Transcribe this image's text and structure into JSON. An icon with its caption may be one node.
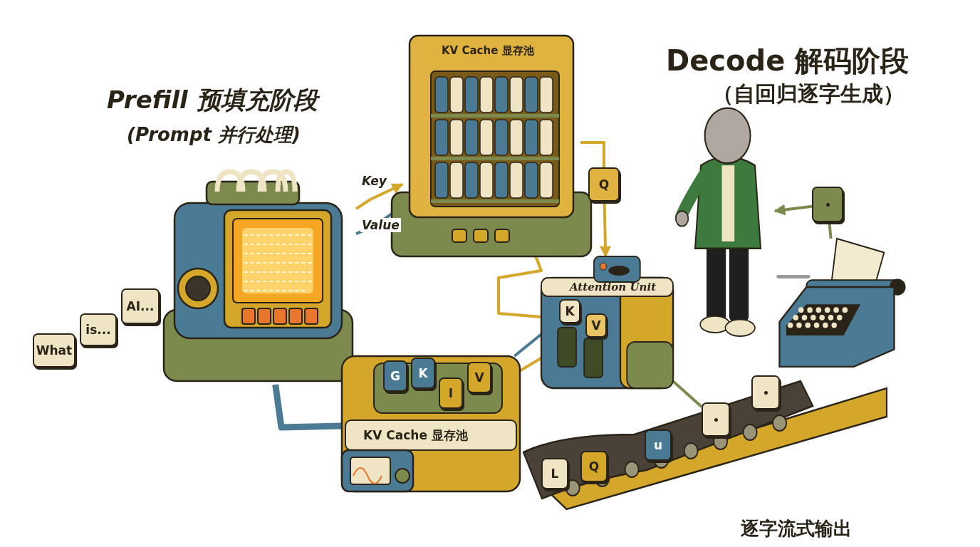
{
  "diagram": {
    "nodes": [
      {
        "text": [
          "What"
        ]
      },
      {
        "text": [
          "is..."
        ]
      },
      {
        "text": [
          "AI..."
        ]
      },
      {
        "text": [],
        "shape": "picture"
      },
      {
        "text": [
          "KV Cache 显存池"
        ]
      },
      {
        "text": [
          "Q"
        ]
      },
      {
        "text": [
          "Attention Unit"
        ]
      },
      {
        "text": [
          "K"
        ],
        "in": 6
      },
      {
        "text": [
          "V"
        ],
        "in": 6
      },
      {
        "text": [
          "KV Cache 显存池"
        ]
      },
      {
        "text": [
          "G"
        ],
        "in": 9
      },
      {
        "text": [
          "K"
        ],
        "in": 9
      },
      {
        "text": [
          "I"
        ],
        "in": 9
      },
      {
        "text": [
          "V"
        ],
        "in": 9
      },
      {
        "text": [],
        "shape": "person"
      },
      {
        "text": [],
        "shape": "picture"
      },
      {
        "text": [],
        "shape": "bar"
      },
      {
        "text": [
          "L"
        ],
        "in": 16
      },
      {
        "text": [
          "Q"
        ],
        "in": 16
      },
      {
        "text": [
          "u"
        ],
        "in": 16
      },
      {
        "text": [],
        "shape": "box",
        "in": 16
      },
      {
        "text": [],
        "shape": "box",
        "in": 16
      },
      {
        "text": [],
        "shape": "box"
      }
    ],
    "edges": [
      {
        "from": 3,
        "to": 4,
        "arrow": "to",
        "label": "Key"
      },
      {
        "from": 3,
        "to": 4,
        "arrow": "to",
        "label": "Value",
        "color": "#4a7a94"
      },
      {
        "from": 3,
        "to": 9,
        "arrow": "none",
        "style": "thick",
        "color": "#4a7a94"
      },
      {
        "from": 4,
        "to": 5,
        "arrow": "none"
      },
      {
        "from": 5,
        "to": 6,
        "arrow": "to"
      },
      {
        "from": 4,
        "to": 6,
        "arrow": "none"
      },
      {
        "from": 9,
        "to": 7,
        "arrow": "to",
        "color": "#4a7a94"
      },
      {
        "from": 9,
        "to": 8,
        "arrow": "to"
      },
      {
        "from": 6,
        "to": 20,
        "arrow": "none",
        "color": "#7d8a4e"
      },
      {
        "from": 15,
        "to": 22,
        "arrow": "none",
        "color": "#7d8a4e"
      },
      {
        "from": 22,
        "to": 14,
        "arrow": "to",
        "color": "#7d8a4e"
      }
    ],
    "labels": [
      "Prefill 预填充阶段",
      "(Prompt 并行处理)",
      "Decode 解码阶段",
      "（自回归逐字生成）",
      "逐字流式输出"
    ]
  }
}
